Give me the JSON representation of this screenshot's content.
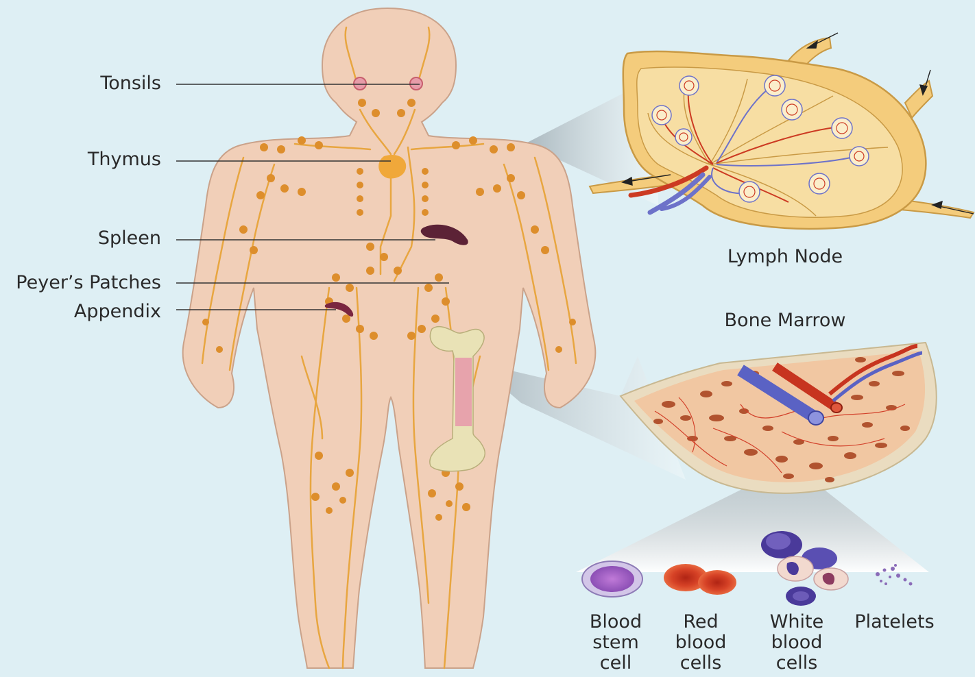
{
  "colors": {
    "background": "#deeff4",
    "skin": "#f1cfb8",
    "skin_outline": "#caa28a",
    "lymph_vessel": "#e8a640",
    "lymph_node": "#dd8e2c",
    "organ_pink": "#e79ca9",
    "spleen": "#5c2236",
    "bone": "#e9e2b6",
    "marrow_pink": "#e7a3ac",
    "node_capsule": "#f4cc7c",
    "artery_red": "#cc3a22",
    "vein_blue": "#6d72c9",
    "label_text": "#2a2a2a"
  },
  "body_labels": {
    "tonsils": "Tonsils",
    "thymus": "Thymus",
    "spleen": "Spleen",
    "peyers_patches": "Peyer’s Patches",
    "appendix": "Appendix"
  },
  "callouts": {
    "lymph_node": "Lymph Node",
    "bone_marrow": "Bone Marrow"
  },
  "blood_cells": [
    {
      "line1": "Blood",
      "line2": "stem",
      "line3": "cell"
    },
    {
      "line1": "Red",
      "line2": "blood",
      "line3": "cells"
    },
    {
      "line1": "White",
      "line2": "blood",
      "line3": "cells"
    },
    {
      "line1": "Platelets",
      "line2": "",
      "line3": ""
    }
  ],
  "icons": {
    "lymph_flow_arrow": "arrow-icon",
    "lymph_node_follicle": "follicle-icon"
  }
}
